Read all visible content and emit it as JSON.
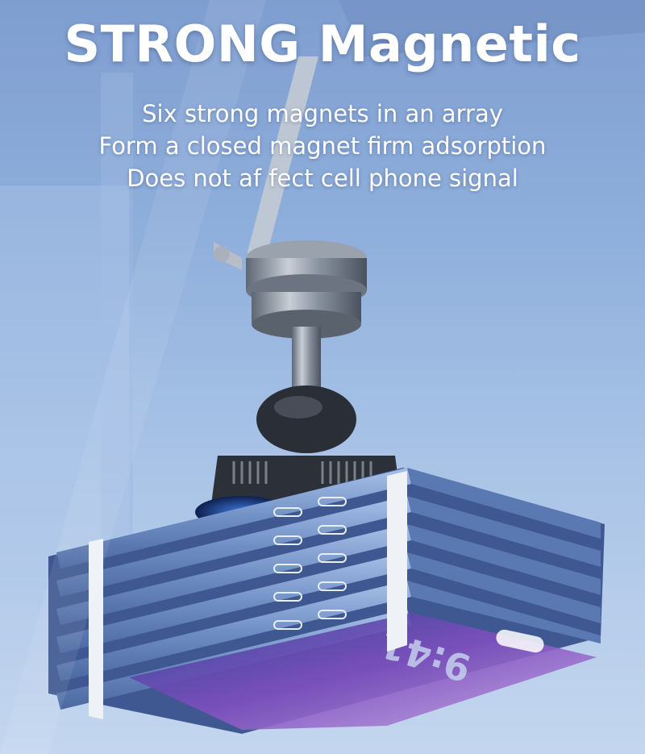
{
  "headline": "STRONG Magnetic",
  "taglines": [
    "Six strong magnets in an array",
    "Form a closed magnet firm adsorption",
    "Does not af fect cell phone signal"
  ],
  "phone_clock": "9:41",
  "colors": {
    "background_top": "#7f9ed0",
    "background_bottom": "#c4d6ef",
    "phone_frame": "#6f8fc4",
    "text": "#ffffff"
  }
}
